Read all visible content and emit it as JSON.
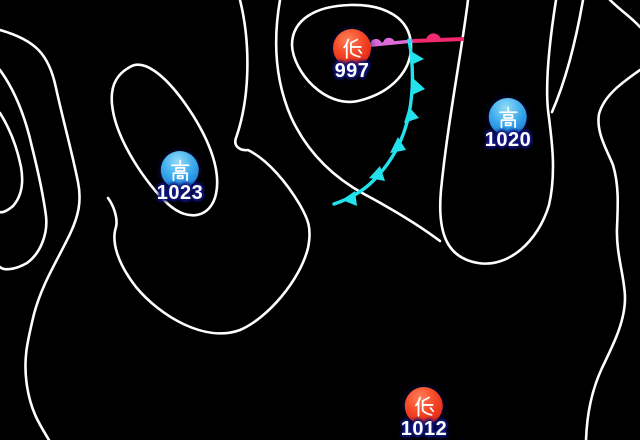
{
  "map": {
    "background_color": "#000000",
    "isobar_color": "#ffffff"
  },
  "pressure_systems": [
    {
      "type": "low",
      "symbol": "低",
      "value": "997",
      "circle_color": "#e53a20"
    },
    {
      "type": "high",
      "symbol": "高",
      "value": "1020",
      "circle_color": "#2a9ce6"
    },
    {
      "type": "high",
      "symbol": "高",
      "value": "1023",
      "circle_color": "#2a9ce6"
    },
    {
      "type": "low",
      "symbol": "低",
      "value": "1012",
      "circle_color": "#e53a20"
    }
  ],
  "fronts": {
    "cold": {
      "name": "cold front",
      "color": "#23e2ec"
    },
    "warm": {
      "name": "warm front",
      "color": "#f22870"
    },
    "occluded": {
      "name": "occluded front segment",
      "color": "#dc6ad8"
    }
  }
}
